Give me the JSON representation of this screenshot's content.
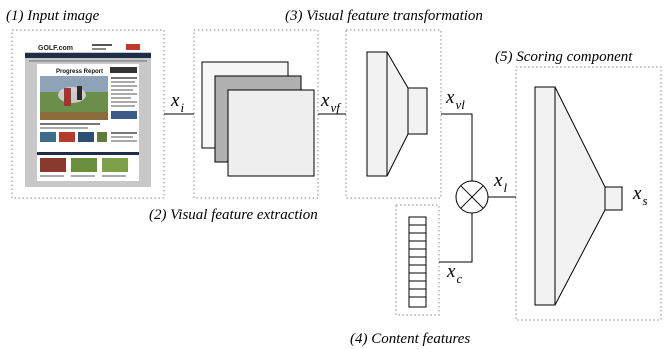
{
  "captions": {
    "input_image": "(1) Input image",
    "feature_extraction": "(2) Visual feature extraction",
    "feature_transformation": "(3) Visual feature transformation",
    "content_features": "(4) Content features",
    "scoring_component": "(5) Scoring component"
  },
  "variables": {
    "x_i": {
      "base": "x",
      "sub": "i"
    },
    "x_vf": {
      "base": "x",
      "sub": "vf"
    },
    "x_vl": {
      "base": "x",
      "sub": "vl"
    },
    "x_l": {
      "base": "x",
      "sub": "l"
    },
    "x_c": {
      "base": "x",
      "sub": "c"
    },
    "x_s": {
      "base": "x",
      "sub": "s"
    }
  },
  "thumbnail": {
    "logo": "GOLF.com",
    "headline": "Progress Report"
  },
  "colors": {
    "frame": "#8a8a8a",
    "page_gray": "#c8c8c8",
    "map_light": "#f7f7f7",
    "map_mid": "#b0b0b0",
    "map_front": "#eeeeee",
    "network_fill": "#f2f2f2"
  }
}
